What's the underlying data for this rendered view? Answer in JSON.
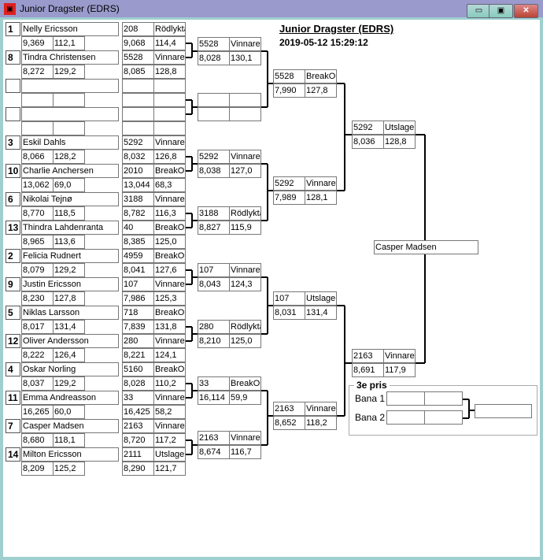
{
  "window": {
    "title": "Junior Dragster (EDRS)",
    "minimize": "▭",
    "maximize": "▣",
    "close": "✕"
  },
  "header": {
    "title": "Junior Dragster (EDRS)",
    "datetime": "2019-05-12 15:29:12"
  },
  "entrants": [
    {
      "seed": "1",
      "name": "Nelly Ericsson",
      "et": "9,369",
      "speed": "112,1"
    },
    {
      "seed": "8",
      "name": "Tindra Christensen",
      "et": "8,272",
      "speed": "129,2"
    },
    {
      "seed": "",
      "name": "",
      "et": "",
      "speed": ""
    },
    {
      "seed": "",
      "name": "",
      "et": "",
      "speed": ""
    },
    {
      "seed": "3",
      "name": "Eskil Dahls",
      "et": "8,066",
      "speed": "128,2"
    },
    {
      "seed": "10",
      "name": "Charlie Anchersen",
      "et": "13,062",
      "speed": "69,0"
    },
    {
      "seed": "6",
      "name": "Nikolai Tejnø",
      "et": "8,770",
      "speed": "118,5"
    },
    {
      "seed": "13",
      "name": "Thindra Lahdenranta",
      "et": "8,965",
      "speed": "113,6"
    },
    {
      "seed": "2",
      "name": "Felicia Rudnert",
      "et": "8,079",
      "speed": "129,2"
    },
    {
      "seed": "9",
      "name": "Justin Ericsson",
      "et": "8,230",
      "speed": "127,8"
    },
    {
      "seed": "5",
      "name": "Niklas Larsson",
      "et": "8,017",
      "speed": "131,4"
    },
    {
      "seed": "12",
      "name": "Oliver Andersson",
      "et": "8,222",
      "speed": "126,4"
    },
    {
      "seed": "4",
      "name": "Oskar Norling",
      "et": "8,037",
      "speed": "129,2"
    },
    {
      "seed": "11",
      "name": "Emma Andreasson",
      "et": "16,265",
      "speed": "60,0"
    },
    {
      "seed": "7",
      "name": "Casper Madsen",
      "et": "8,680",
      "speed": "118,1"
    },
    {
      "seed": "14",
      "name": "Milton Ericsson",
      "et": "8,209",
      "speed": "125,2"
    }
  ],
  "round1": [
    {
      "car": "208",
      "result": "Rödlyktan",
      "et": "9,068",
      "speed": "114,4"
    },
    {
      "car": "5528",
      "result": "Vinnare",
      "et": "8,085",
      "speed": "128,8"
    },
    {
      "car": "",
      "result": "",
      "et": "",
      "speed": ""
    },
    {
      "car": "",
      "result": "",
      "et": "",
      "speed": ""
    },
    {
      "car": "5292",
      "result": "Vinnare",
      "et": "8,032",
      "speed": "126,8"
    },
    {
      "car": "2010",
      "result": "BreakOut",
      "et": "13,044",
      "speed": "68,3"
    },
    {
      "car": "3188",
      "result": "Vinnare",
      "et": "8,782",
      "speed": "116,3"
    },
    {
      "car": "40",
      "result": "BreakOut",
      "et": "8,385",
      "speed": "125,0"
    },
    {
      "car": "4959",
      "result": "BreakOut",
      "et": "8,041",
      "speed": "127,6"
    },
    {
      "car": "107",
      "result": "Vinnare",
      "et": "7,986",
      "speed": "125,3"
    },
    {
      "car": "718",
      "result": "BreakOut",
      "et": "7,839",
      "speed": "131,8"
    },
    {
      "car": "280",
      "result": "Vinnare",
      "et": "8,221",
      "speed": "124,1"
    },
    {
      "car": "5160",
      "result": "BreakOut",
      "et": "8,028",
      "speed": "110,2"
    },
    {
      "car": "33",
      "result": "Vinnare",
      "et": "16,425",
      "speed": "58,2"
    },
    {
      "car": "2163",
      "result": "Vinnare",
      "et": "8,720",
      "speed": "117,2"
    },
    {
      "car": "2111",
      "result": "Utslagen",
      "et": "8,290",
      "speed": "121,7"
    }
  ],
  "round2": [
    {
      "car": "5528",
      "result": "Vinnare",
      "et": "8,028",
      "speed": "130,1"
    },
    {
      "car": "",
      "result": "",
      "et": "",
      "speed": ""
    },
    {
      "car": "5292",
      "result": "Vinnare",
      "et": "8,038",
      "speed": "127,0"
    },
    {
      "car": "3188",
      "result": "Rödlyktan",
      "et": "8,827",
      "speed": "115,9"
    },
    {
      "car": "107",
      "result": "Vinnare",
      "et": "8,043",
      "speed": "124,3"
    },
    {
      "car": "280",
      "result": "Rödlyktan",
      "et": "8,210",
      "speed": "125,0"
    },
    {
      "car": "33",
      "result": "BreakOut",
      "et": "16,114",
      "speed": "59,9"
    },
    {
      "car": "2163",
      "result": "Vinnare",
      "et": "8,674",
      "speed": "116,7"
    }
  ],
  "round3": [
    {
      "car": "5528",
      "result": "BreakOut",
      "et": "7,990",
      "speed": "127,8"
    },
    {
      "car": "5292",
      "result": "Vinnare",
      "et": "7,989",
      "speed": "128,1"
    },
    {
      "car": "107",
      "result": "Utslagen",
      "et": "8,031",
      "speed": "131,4"
    },
    {
      "car": "2163",
      "result": "Vinnare",
      "et": "8,652",
      "speed": "118,2"
    }
  ],
  "round4": [
    {
      "car": "5292",
      "result": "Utslagen",
      "et": "8,036",
      "speed": "128,8"
    },
    {
      "car": "2163",
      "result": "Vinnare",
      "et": "8,691",
      "speed": "117,9"
    }
  ],
  "champion": "Casper Madsen",
  "third_place": {
    "title": "3e pris",
    "lane1_label": "Bana 1",
    "lane2_label": "Bana 2",
    "lane1_a": "",
    "lane1_b": "",
    "lane2_a": "",
    "lane2_b": "",
    "winner": ""
  }
}
